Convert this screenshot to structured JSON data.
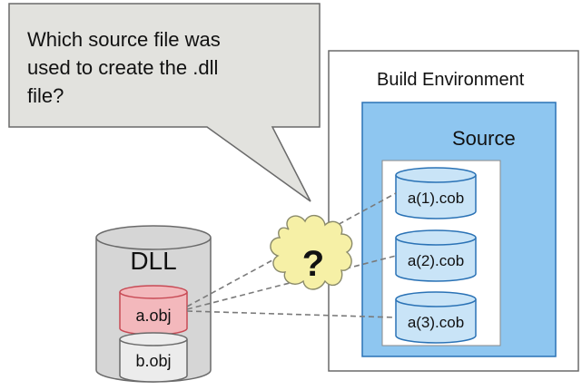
{
  "speech_bubble": {
    "lines": [
      "Which source file was",
      "used to create the .dll",
      "file?"
    ]
  },
  "build_environment": {
    "title": "Build Environment",
    "source_panel": {
      "title": "Source",
      "files": [
        "a(1).cob",
        "a(2).cob",
        "a(3).cob"
      ]
    }
  },
  "dll": {
    "label": "DLL",
    "objects": [
      "a.obj",
      "b.obj"
    ]
  },
  "unknown_marker": "?",
  "colors": {
    "bubble_fill": "#e2e2de",
    "dll_fill": "#d6d6d6",
    "highlight_obj_fill": "#f3b8bc",
    "highlight_obj_stroke": "#c84a55",
    "source_panel_fill": "#8ec6f0",
    "source_panel_stroke": "#2a72b5",
    "file_cylinder_fill": "#c9e4f7",
    "cloud_fill": "#f6f0a6"
  }
}
